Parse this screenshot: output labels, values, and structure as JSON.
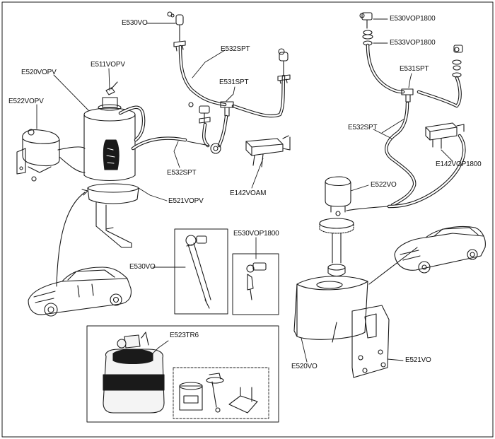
{
  "diagram": {
    "labels": {
      "e530vo_top": "E530VO",
      "e532spt_top": "E532SPT",
      "e511vopv": "E511VOPV",
      "e520vopv": "E520VOPV",
      "e522vopv": "E522VOPV",
      "e531spt_mid": "E531SPT",
      "e532spt_mid": "E532SPT",
      "e521vopv": "E521VOPV",
      "e142voam": "E142VOAM",
      "e530vo_inset": "E530VO",
      "e530vop1800_inset": "E530VOP1800",
      "e523tr6": "E523TR6",
      "e530vop1800_top": "E530VOP1800",
      "e533vop1800": "E533VOP1800",
      "e531spt_right": "E531SPT",
      "e532spt_right": "E532SPT",
      "e142vop1800": "E142VOP1800",
      "e522vo": "E522VO",
      "e521vo": "E521VO",
      "e520vo": "E520VO"
    },
    "colors": {
      "line": "#1a1a1a",
      "background": "#ffffff",
      "bottle_band": "#1a1a1a",
      "bottle_body": "#f4f4f4"
    }
  }
}
